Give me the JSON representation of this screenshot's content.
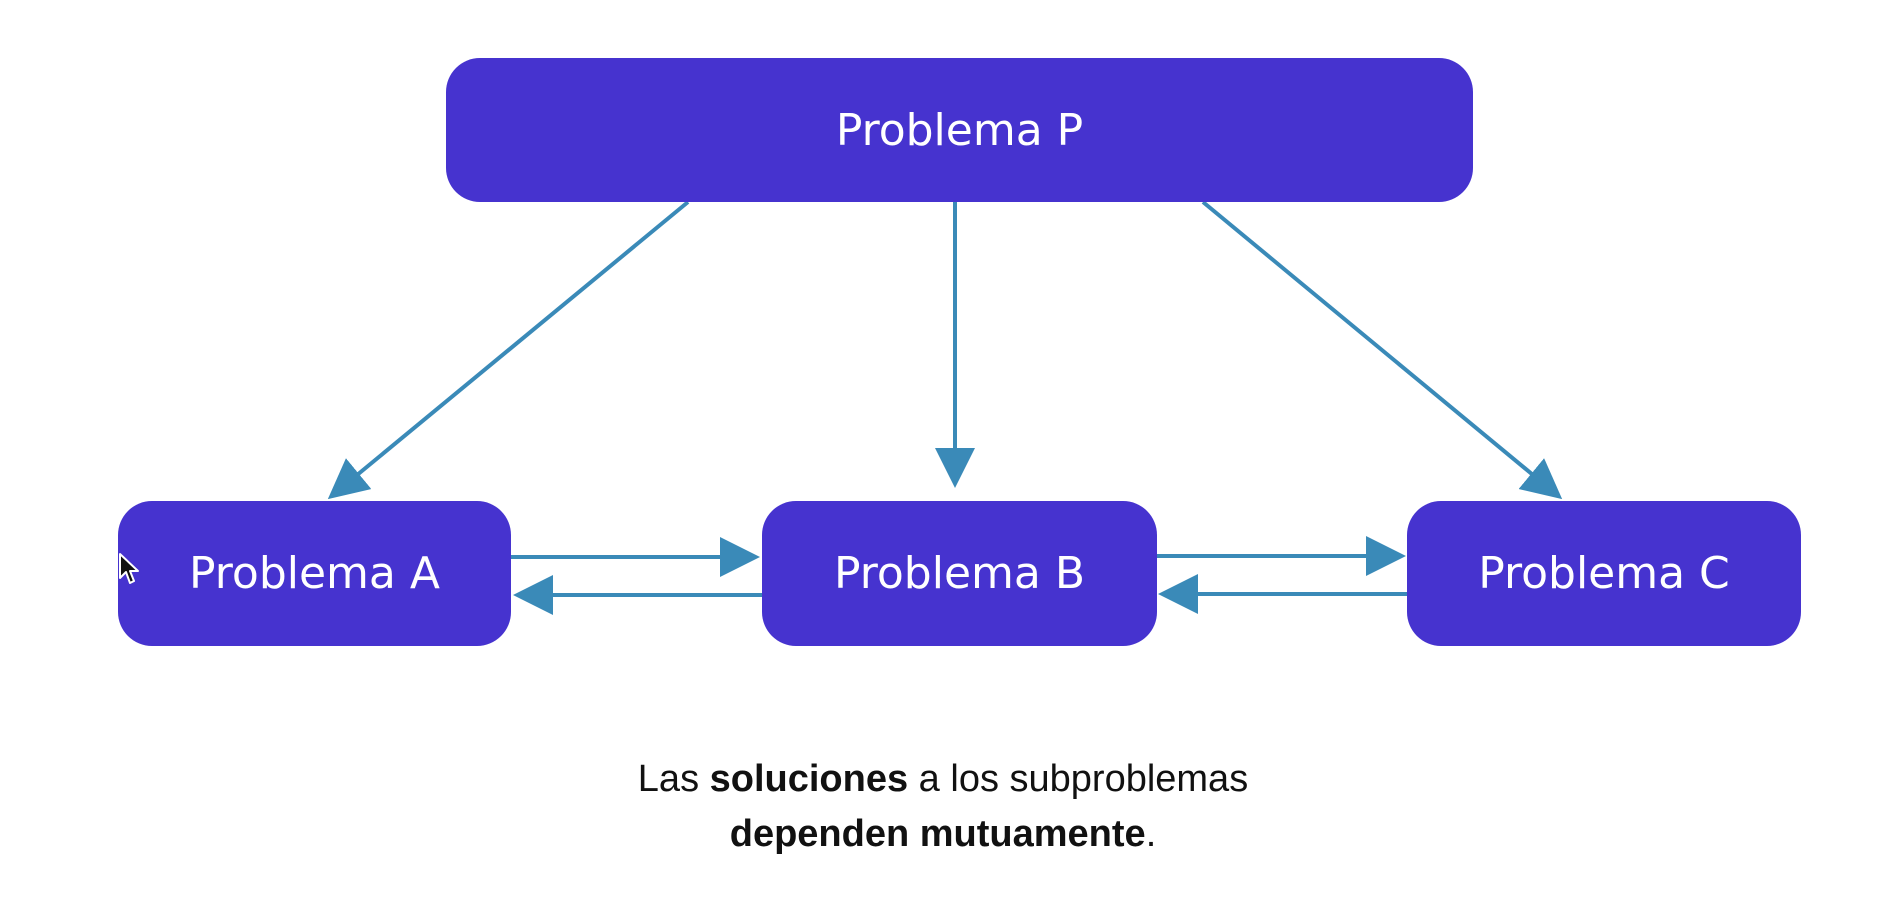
{
  "colors": {
    "node_fill": "#4633cf",
    "node_text": "#ffffff",
    "arrow": "#3a8ab8",
    "background": "#ffffff",
    "caption_text": "#111111"
  },
  "nodes": {
    "p": {
      "label": "Problema P"
    },
    "a": {
      "label": "Problema A"
    },
    "b": {
      "label": "Problema B"
    },
    "c": {
      "label": "Problema C"
    }
  },
  "edges": [
    {
      "from": "Problema P",
      "to": "Problema A"
    },
    {
      "from": "Problema P",
      "to": "Problema B"
    },
    {
      "from": "Problema P",
      "to": "Problema C"
    },
    {
      "from": "Problema A",
      "to": "Problema B"
    },
    {
      "from": "Problema B",
      "to": "Problema A"
    },
    {
      "from": "Problema B",
      "to": "Problema C"
    },
    {
      "from": "Problema C",
      "to": "Problema B"
    }
  ],
  "caption": {
    "line1_pre": "Las ",
    "line1_bold": "soluciones",
    "line1_post": " a los subproblemas",
    "line2_bold": "dependen mutuamente",
    "line2_post": "."
  },
  "cursor": {
    "icon": "mouse-pointer-icon"
  }
}
